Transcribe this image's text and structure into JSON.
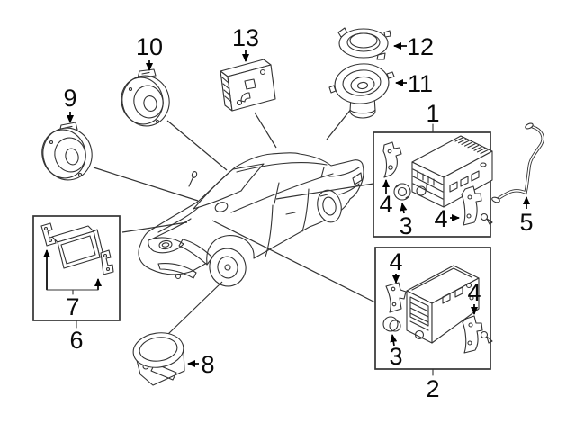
{
  "diagram": {
    "background_color": "#ffffff",
    "line_color": "#333333",
    "label_color": "#0a0a0a",
    "callouts": {
      "n1": "1",
      "n2": "2",
      "n3": "3",
      "n4": "4",
      "n5": "5",
      "n6": "6",
      "n7": "7",
      "n8": "8",
      "n9": "9",
      "n10": "10",
      "n11": "11",
      "n12": "12",
      "n13": "13"
    },
    "parts": {
      "1": "radio-head-unit-assembly-box",
      "2": "navigation-head-unit-assembly-box",
      "3": "knob",
      "4": "mounting-bracket",
      "5": "antenna-feeder-cable",
      "6": "display-unit-assembly-box",
      "7": "display-unit-bracket-pair",
      "8": "center-speaker",
      "9": "front-door-speaker",
      "10": "rear-door-speaker",
      "11": "rear-shelf-speaker",
      "12": "speaker-grille",
      "13": "amplifier-module",
      "vehicle": "sedan-outline"
    }
  }
}
